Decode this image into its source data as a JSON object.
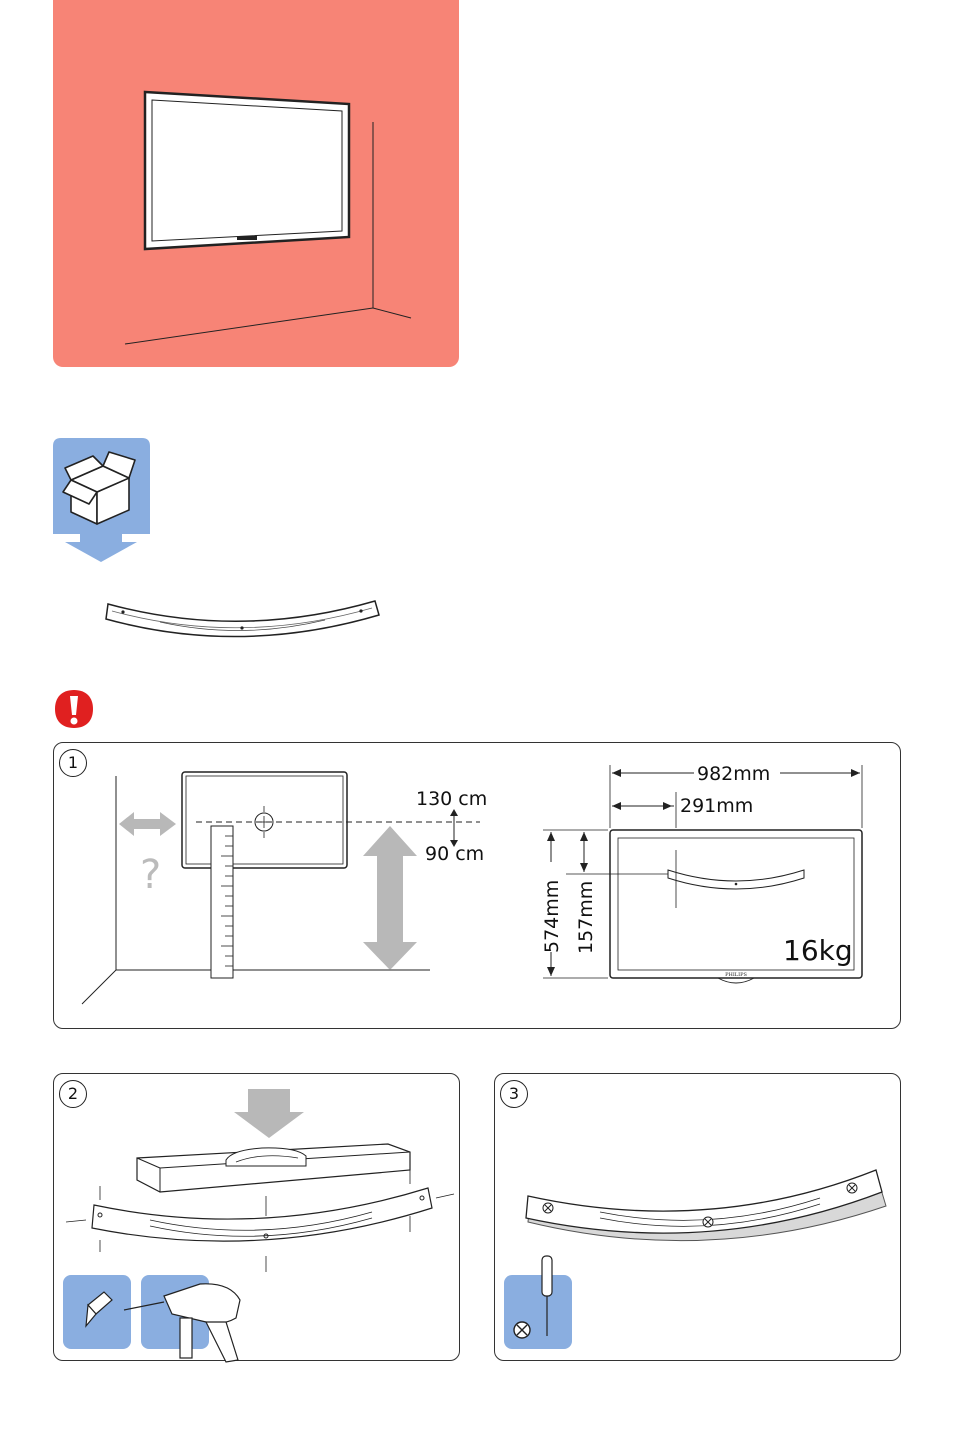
{
  "step1": {
    "number": "1",
    "height_max": "130 cm",
    "height_min": "90 cm",
    "width_label": "982mm",
    "bracket_offset_label": "291mm",
    "height_label": "574mm",
    "bracket_height_label": "157mm",
    "weight_label": "16kg",
    "brand_label": "PHILIPS",
    "question_mark": "?"
  },
  "step2": {
    "number": "2"
  },
  "step3": {
    "number": "3"
  },
  "colors": {
    "hero_bg": "#f78476",
    "icon_blue": "#8aaee0",
    "warning_red": "#e02020",
    "arrow_gray": "#b8b8b8"
  }
}
